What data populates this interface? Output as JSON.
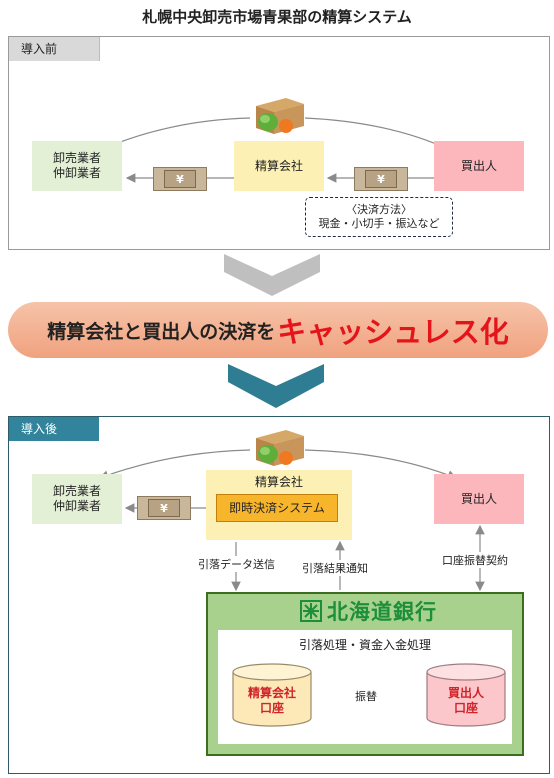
{
  "title": "札幌中央卸売市場青果部の精算システム",
  "before": {
    "tag": "導入前",
    "wholesaler": [
      "卸売業者",
      "仲卸業者"
    ],
    "settlement": "精算会社",
    "buyer": "買出人",
    "payment_method_title": "〈決済方法〉",
    "payment_method": "現金・小切手・振込など"
  },
  "banner": {
    "lead": "精算会社と買出人の決済を",
    "emphasis": "キャッシュレス化"
  },
  "after": {
    "tag": "導入後",
    "wholesaler": [
      "卸売業者",
      "仲卸業者"
    ],
    "settlement": "精算会社",
    "instant_system": "即時決済システム",
    "buyer": "買出人",
    "data_send": "引落データ送信",
    "result_notice": "引落結果通知",
    "account_contract": "口座振替契約",
    "bank_name": "北海道銀行",
    "bank_process": "引落処理・資金入金処理",
    "settlement_account": [
      "精算会社",
      "口座"
    ],
    "buyer_account": [
      "買出人",
      "口座"
    ],
    "transfer": "振替"
  },
  "currency_symbol": "¥",
  "colors": {
    "green_box": "#e3f0d6",
    "yellow_box": "#fcf0b4",
    "pink_box": "#fcb7bd",
    "banner": "#f0a27f",
    "emphasis": "#e5141b",
    "bank_bg": "#a9d18e",
    "bank_text": "#1d8f3a",
    "tag_after": "#31849b",
    "instant_system": "#f7b52c"
  }
}
